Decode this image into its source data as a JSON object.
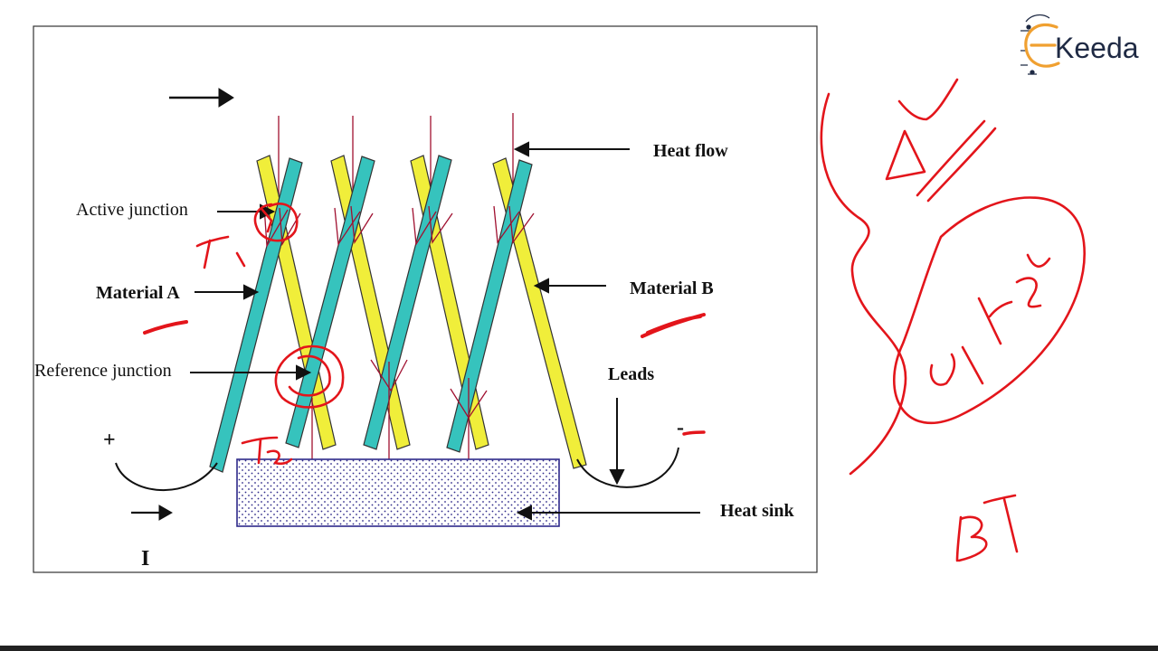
{
  "logo": {
    "text": "Keeda",
    "brand_color": "#1f2a44",
    "accent_color": "#f0a030"
  },
  "diagram": {
    "labels": {
      "active_junction": "Active junction",
      "reference_junction": "Reference junction",
      "material_a": "Material A",
      "material_b": "Material B",
      "heat_flow": "Heat flow",
      "leads": "Leads",
      "heat_sink": "Heat sink",
      "plus": "+",
      "minus": "-",
      "current": "I"
    },
    "colors": {
      "material_a": "#36c3bd",
      "material_b": "#f0ee3a",
      "heat_flow_arrows": "#a01030",
      "heat_sink_border": "#2e2a8a",
      "ink": "#111111"
    }
  },
  "annotation": {
    "ink_color": "#e3151b"
  }
}
